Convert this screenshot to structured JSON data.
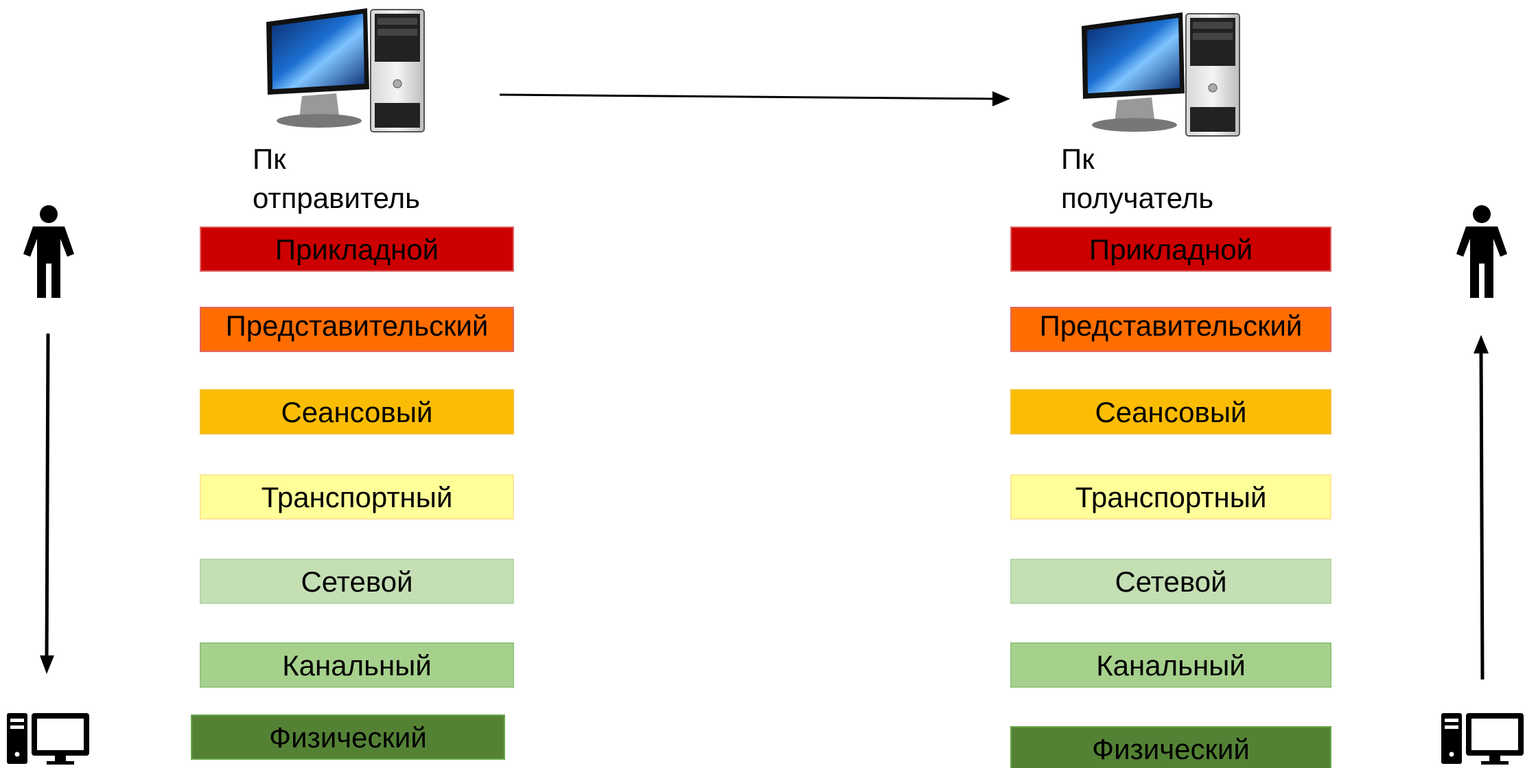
{
  "colors": {
    "l7": "#cc0000",
    "l6": "#ff6d01",
    "l5": "#fbbc04",
    "l4": "#ffff99",
    "l3": "#c4dfb4",
    "l2": "#a6d18c",
    "l1": "#548235",
    "arrow": "#000000"
  },
  "sender": {
    "label_line1": "Пк",
    "label_line2": "отправитель",
    "icon": "desktop-computer-icon"
  },
  "receiver": {
    "label_line1": "Пк",
    "label_line2": "получатель",
    "icon": "desktop-computer-icon"
  },
  "layers": {
    "l7": "Прикладной",
    "l6": "Представительский",
    "l5": "Сеансовый",
    "l4": "Транспортный",
    "l3": "Сетевой",
    "l2": "Канальный",
    "l1": "Физический"
  },
  "left_side": {
    "top_icon": "person-icon",
    "bottom_icon": "computer-terminal-icon",
    "arrow_direction": "down"
  },
  "right_side": {
    "top_icon": "person-icon",
    "bottom_icon": "computer-terminal-icon",
    "arrow_direction": "up"
  }
}
